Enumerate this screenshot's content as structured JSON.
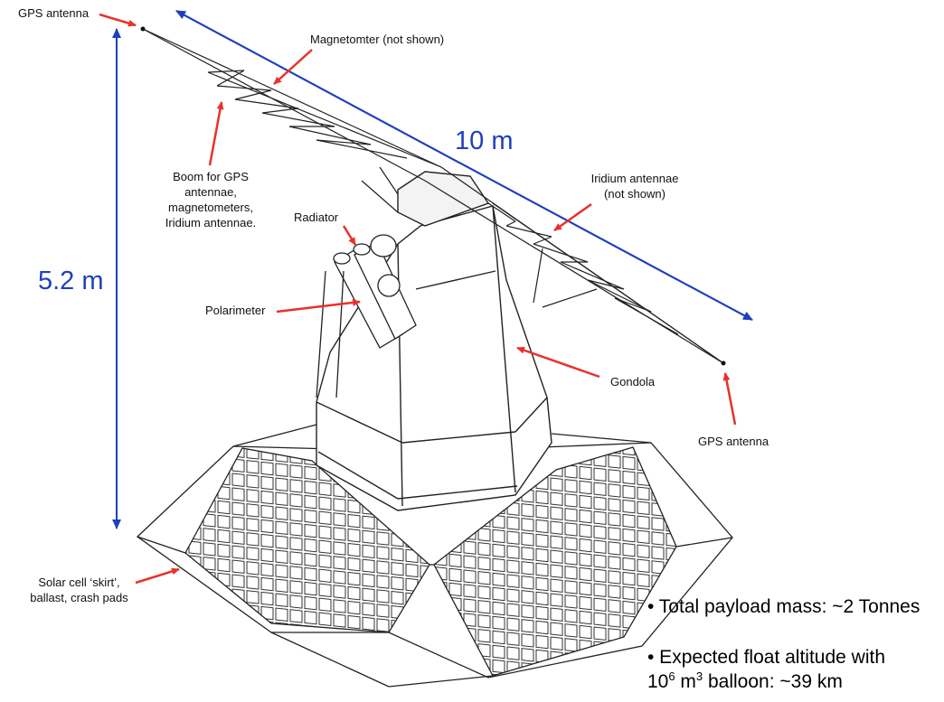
{
  "labels": {
    "gps_antenna_top": "GPS antenna",
    "magnetometer": "Magnetomter (not shown)",
    "boom": [
      "Boom for GPS",
      "antennae,",
      "magnetometers,",
      "Iridium antennae."
    ],
    "radiator": "Radiator",
    "polarimeter": "Polarimeter",
    "iridium": [
      "Iridium antennae",
      "(not shown)"
    ],
    "gondola": "Gondola",
    "gps_antenna_right": "GPS antenna",
    "solar": [
      "Solar cell ‘skirt’,",
      "ballast, crash pads"
    ]
  },
  "dimensions": {
    "length": "10 m",
    "height": "5.2 m"
  },
  "bullets": {
    "mass": "• Total payload mass: ~2 Tonnes",
    "altitude_line1": "• Expected float altitude with",
    "altitude_pre": "10",
    "altitude_exp1": "6",
    "altitude_mid": " m",
    "altitude_exp2": "3",
    "altitude_post": " balloon: ~39 km"
  },
  "colors": {
    "arrow_red": "#e8312a",
    "dimension_blue": "#1f3fbf",
    "drawing": "#222222"
  }
}
